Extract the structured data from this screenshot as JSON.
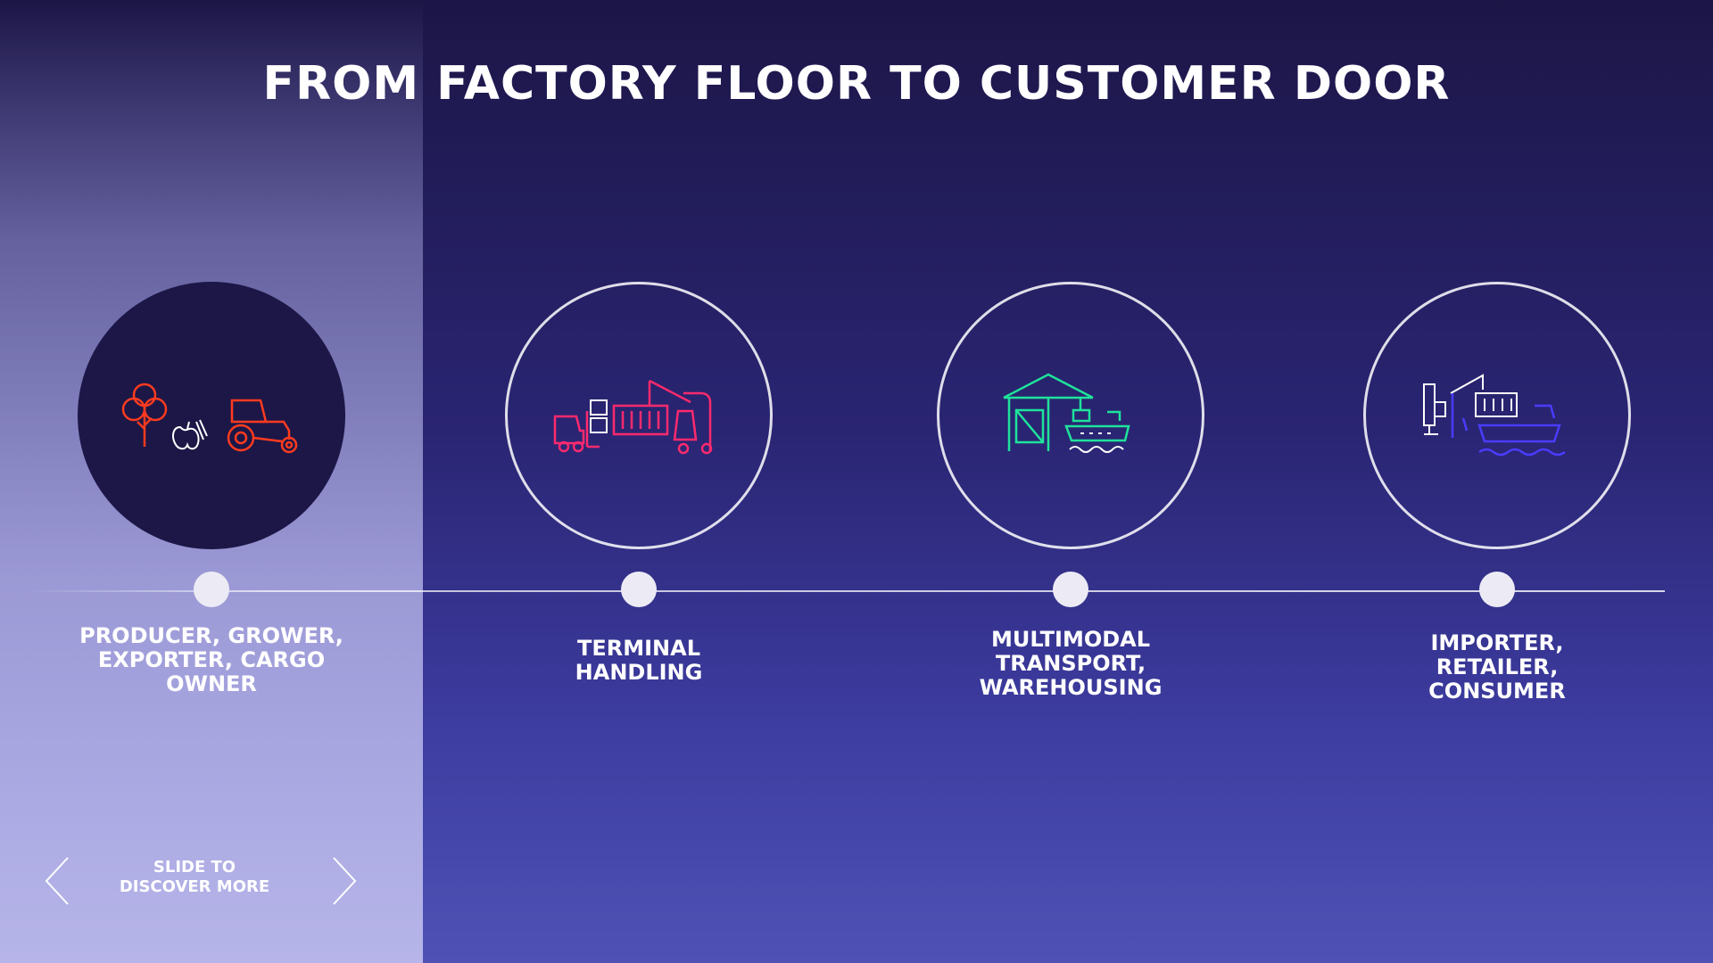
{
  "title": "FROM FACTORY FLOOR TO CUSTOMER DOOR",
  "stages": [
    {
      "label_lines": [
        "PRODUCER, GROWER,",
        "EXPORTER, CARGO",
        "OWNER"
      ],
      "icon": "tree-apple-tractor-icon",
      "color": "#ff3b1f",
      "active": true
    },
    {
      "label_lines": [
        "TERMINAL",
        "HANDLING"
      ],
      "icon": "forklift-container-crane-icon",
      "color": "#ff2a6d",
      "active": false
    },
    {
      "label_lines": [
        "MULTIMODAL",
        "TRANSPORT,",
        "WAREHOUSING"
      ],
      "icon": "gantry-crane-ship-icon",
      "color": "#1ee39b",
      "active": false
    },
    {
      "label_lines": [
        "IMPORTER,",
        "RETAILER,",
        "CONSUMER"
      ],
      "icon": "crane-container-ship-icon",
      "color": "#4a3cff",
      "active": false
    }
  ],
  "nav": {
    "hint_line1": "SLIDE TO",
    "hint_line2": "DISCOVER MORE",
    "prev_icon": "chevron-left-icon",
    "next_icon": "chevron-right-icon"
  },
  "colors": {
    "background_top": "#1c1647",
    "background_bottom": "#4f52b4",
    "active_circle": "#1c1747"
  }
}
